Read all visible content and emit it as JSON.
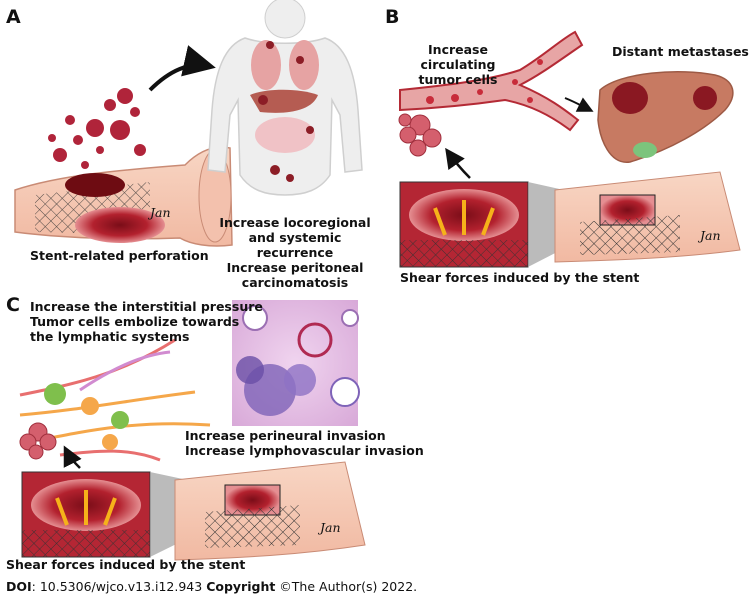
{
  "panels": {
    "a": {
      "letter": "A",
      "stent_perforation": "Stent-related perforation",
      "recurrence_line1": "Increase locoregional",
      "recurrence_line2": "and systemic recurrence",
      "recurrence_line3": "Increase peritoneal",
      "recurrence_line4": "carcinomatosis",
      "signature": "Jan"
    },
    "b": {
      "letter": "B",
      "ctc_line1": "Increase circulating",
      "ctc_line2": "tumor cells",
      "metastases": "Distant metastases",
      "shear": "Shear forces induced by the stent",
      "signature": "Jan"
    },
    "c": {
      "letter": "C",
      "interstitial": "Increase the interstitial pressure",
      "embolize_line1": "Tumor cells embolize towards",
      "embolize_line2": "the lymphatic systems",
      "perineural": "Increase perineural invasion",
      "lymphovascular": "Increase lymphovascular invasion",
      "shear": "Shear forces induced by the stent",
      "signature": "Jan"
    }
  },
  "footer": {
    "doi_label": "DOI",
    "doi_value": ": 10.5306/wjco.v13.i12.943 ",
    "copyright_label": "Copyright",
    "copyright_value": " ©The Author(s) 2022."
  }
}
